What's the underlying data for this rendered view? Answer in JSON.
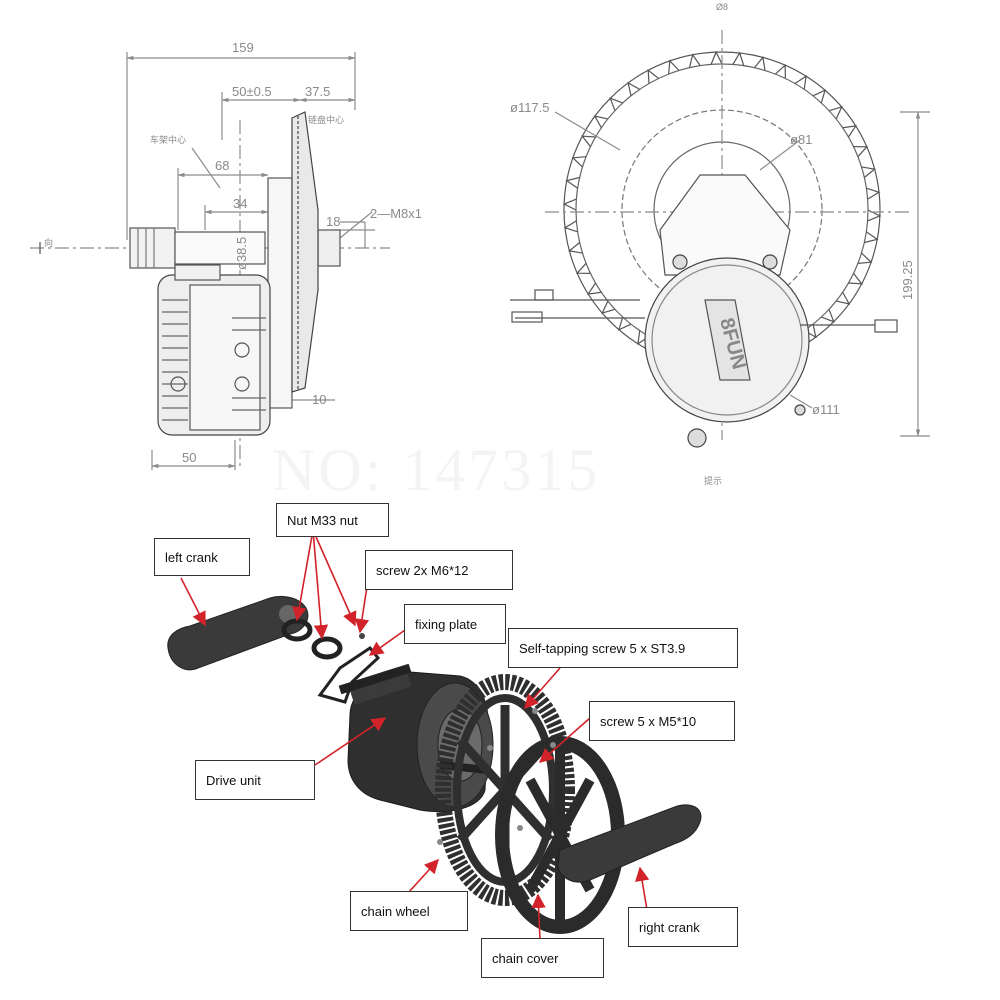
{
  "drawing": {
    "side_view": {
      "dims": {
        "overall_width": "159",
        "offset": "50±0.5",
        "chainline": "37.5",
        "shell_span": "68",
        "inner_width": "34",
        "shaft_diameter": "ø38.5",
        "spindle": "18",
        "bolts": "2—M8x1",
        "lower_offset": "10",
        "base": "50"
      },
      "notes": {
        "center_note": "车架中心",
        "chainring_note": "链盘中心",
        "direction_note": "向"
      }
    },
    "front_view": {
      "dims": {
        "chainring": "ø117.5",
        "mount_circle": "ø81",
        "height": "199.25",
        "motor": "ø111",
        "top_mark": "Ø8"
      },
      "bottom_note": "提示",
      "motor_logo": "8FUN"
    },
    "watermark": "NO: 147315"
  },
  "callouts": {
    "nut": "Nut M33 nut",
    "left_crank": "left crank",
    "screw_m6": "screw 2x M6*12",
    "fixing_plate": "fixing plate",
    "self_tapping": "Self-tapping screw 5 x ST3.9",
    "screw_m5": "screw 5 x M5*10",
    "drive_unit": "Drive unit",
    "chain_wheel": "chain wheel",
    "right_crank": "right crank",
    "chain_cover": "chain cover"
  },
  "colors": {
    "line": "#8c8c8c",
    "arrow": "#d2232a",
    "part": "#2f2f2f"
  }
}
